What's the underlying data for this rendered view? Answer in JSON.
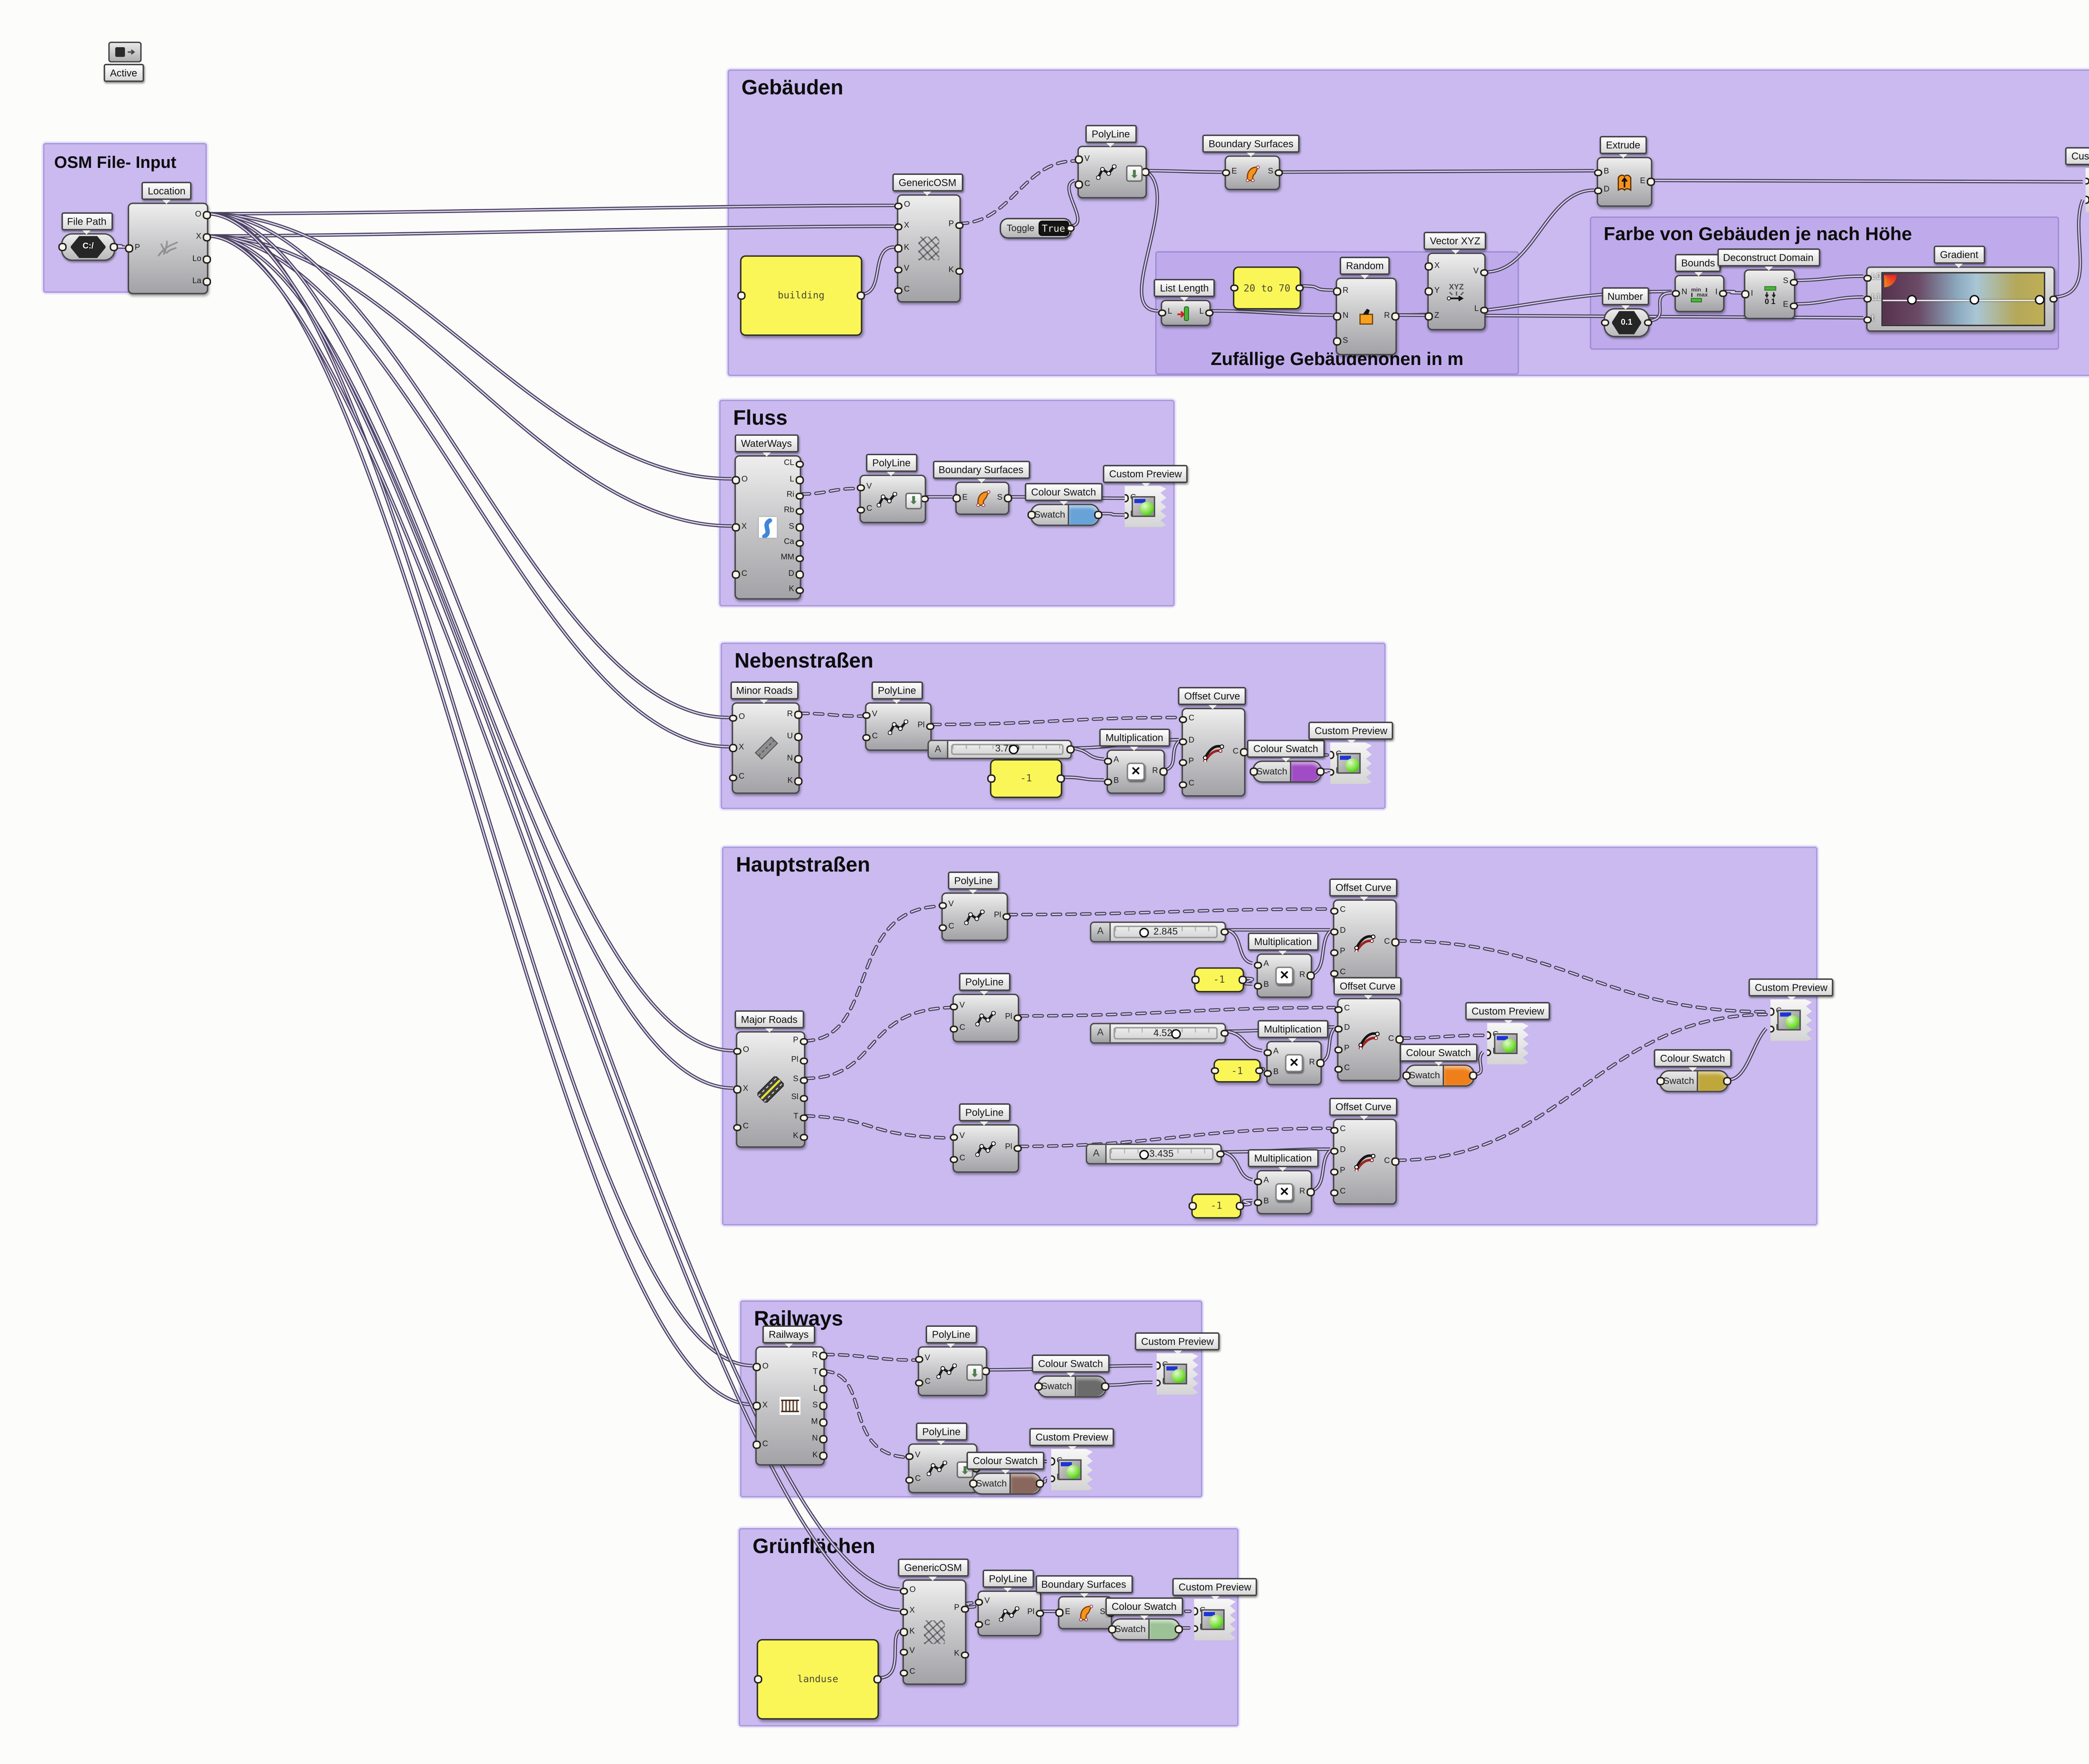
{
  "groups": {
    "osm": {
      "title": "OSM File- Input"
    },
    "gebaeuden": {
      "title": "Gebäuden",
      "sub_random": "Zufällige Gebäudehöhen in m",
      "sub_color": "Farbe von Gebäuden je nach Höhe"
    },
    "fluss": {
      "title": "Fluss"
    },
    "neben": {
      "title": "Nebenstraßen"
    },
    "haupt": {
      "title": "Hauptstraßen"
    },
    "railways": {
      "title": "Railways"
    },
    "gruen": {
      "title": "Grünflächen"
    }
  },
  "colors": {
    "group_bg": "#cabaf0",
    "subgroup_bg": "#bfabeb",
    "panel_bg": "#faf657",
    "wire": "#4a435c",
    "canvas_bg": "#fcfcfb"
  },
  "components": [
    {
      "id": "active",
      "kind": "mini",
      "nick": "Active",
      "nickBelow": true,
      "icon": "active-icon"
    },
    {
      "id": "filepath",
      "kind": "hex",
      "nick": "File Path",
      "text": "C:/",
      "icon": "file-path-icon"
    },
    {
      "id": "location",
      "kind": "node",
      "nick": "Location",
      "icon": "location-icon",
      "inputs": [
        "P"
      ],
      "outputs": [
        "O",
        "X",
        "Lo",
        "La"
      ]
    },
    {
      "id": "g_osm",
      "kind": "node",
      "nick": "GenericOSM",
      "icon": "genericosm-icon",
      "inputs": [
        "O",
        "X",
        "K",
        "V",
        "C"
      ],
      "outputs": [
        "P",
        "K"
      ],
      "outFrac": [
        0.28,
        0.72
      ]
    },
    {
      "id": "g_building",
      "kind": "panel",
      "text": "building"
    },
    {
      "id": "g_toggle",
      "kind": "toggle",
      "label": "Toggle",
      "value": "True"
    },
    {
      "id": "g_poly",
      "kind": "node",
      "nick": "PolyLine",
      "icon": "polyline-icon",
      "inputs": [
        "V",
        "C"
      ],
      "outputs": [
        "Pl"
      ],
      "arrow": true
    },
    {
      "id": "g_bsurf",
      "kind": "node",
      "nick": "Boundary Surfaces",
      "icon": "boundary-surface-icon",
      "inputs": [
        "E"
      ],
      "outputs": [
        "S"
      ]
    },
    {
      "id": "g_extrude",
      "kind": "node",
      "nick": "Extrude",
      "icon": "extrude-icon",
      "inputs": [
        "B",
        "D"
      ],
      "outputs": [
        "E"
      ],
      "inFrac": [
        0.3,
        0.7
      ]
    },
    {
      "id": "g_cp",
      "kind": "preview",
      "nick": "Custom Preview",
      "inputs": [
        "G",
        "M"
      ]
    },
    {
      "id": "g_listlen",
      "kind": "node",
      "nick": "List Length",
      "icon": "list-length-icon",
      "inputs": [
        "L"
      ],
      "outputs": [
        "L"
      ]
    },
    {
      "id": "g_panel2070",
      "kind": "panel",
      "text": "20 to 70"
    },
    {
      "id": "g_random",
      "kind": "node",
      "nick": "Random",
      "icon": "random-icon",
      "inputs": [
        "R",
        "N",
        "S"
      ],
      "outputs": [
        "R"
      ]
    },
    {
      "id": "g_vec",
      "kind": "node",
      "nick": "Vector XYZ",
      "icon": "vector-xyz-icon",
      "inputs": [
        "X",
        "Y",
        "Z"
      ],
      "outputs": [
        "V",
        "L"
      ],
      "outFrac": [
        0.25,
        0.75
      ]
    },
    {
      "id": "g_number",
      "kind": "hex",
      "nick": "Number",
      "text": "0.1",
      "icon": "number-icon"
    },
    {
      "id": "g_bounds",
      "kind": "node",
      "nick": "Bounds",
      "icon": "bounds-icon",
      "inputs": [
        "N"
      ],
      "outputs": [
        "I"
      ]
    },
    {
      "id": "g_decon",
      "kind": "node",
      "nick": "Deconstruct Domain",
      "icon": "deconstruct-domain-icon",
      "inputs": [
        "I"
      ],
      "outputs": [
        "S",
        "E"
      ],
      "outFrac": [
        0.25,
        0.75
      ]
    },
    {
      "id": "g_grad",
      "kind": "gradient",
      "nick": "Gradient",
      "inputs": [
        "L0",
        "L1",
        "t"
      ],
      "stops": [
        "#57324f",
        "#6b4a66",
        "#a9c6d6",
        "#bfae55"
      ],
      "knobs": [
        0.18,
        0.57,
        0.97
      ]
    },
    {
      "id": "f_ways",
      "kind": "node",
      "nick": "WaterWays",
      "icon": "waterways-icon",
      "inputs": [
        "O",
        "X",
        "C"
      ],
      "outputs": [
        "CL",
        "L",
        "Ri",
        "Rb",
        "S",
        "Ca",
        "MM",
        "D",
        "K"
      ]
    },
    {
      "id": "f_poly",
      "kind": "node",
      "nick": "PolyLine",
      "icon": "polyline-icon",
      "inputs": [
        "V",
        "C"
      ],
      "outputs": [
        "Pl"
      ],
      "arrow": true
    },
    {
      "id": "f_bsurf",
      "kind": "node",
      "nick": "Boundary Surfaces",
      "icon": "boundary-surface-icon",
      "inputs": [
        "E"
      ],
      "outputs": [
        "S"
      ]
    },
    {
      "id": "f_swatch",
      "kind": "swatch",
      "nick": "Colour Swatch",
      "label": "Swatch",
      "color": "#68a3d8"
    },
    {
      "id": "f_cp",
      "kind": "preview",
      "nick": "Custom Preview",
      "inputs": [
        "G",
        "M"
      ]
    },
    {
      "id": "n_roads",
      "kind": "node",
      "nick": "Minor Roads",
      "icon": "minor-roads-icon",
      "inputs": [
        "O",
        "X",
        "C"
      ],
      "outputs": [
        "R",
        "U",
        "N",
        "K"
      ]
    },
    {
      "id": "n_poly",
      "kind": "node",
      "nick": "PolyLine",
      "icon": "polyline-icon",
      "inputs": [
        "V",
        "C"
      ],
      "outputs": [
        "Pl"
      ]
    },
    {
      "id": "n_slider",
      "kind": "slider",
      "label": "A",
      "value": "3.799",
      "frac": 0.58
    },
    {
      "id": "n_panel_neg",
      "kind": "panel",
      "text": "-1"
    },
    {
      "id": "n_mult",
      "kind": "node",
      "nick": "Multiplication",
      "icon": "multiplication-icon",
      "inputs": [
        "A",
        "B"
      ],
      "outputs": [
        "R"
      ]
    },
    {
      "id": "n_offset",
      "kind": "node",
      "nick": "Offset Curve",
      "icon": "offset-curve-icon",
      "inputs": [
        "C",
        "D",
        "P",
        "C"
      ],
      "outputs": [
        "C"
      ]
    },
    {
      "id": "n_swatch",
      "kind": "swatch",
      "nick": "Colour Swatch",
      "label": "Swatch",
      "color": "#a04cc4"
    },
    {
      "id": "n_cp",
      "kind": "preview",
      "nick": "Custom Preview",
      "inputs": [
        "G",
        "M"
      ]
    },
    {
      "id": "h_roads",
      "kind": "node",
      "nick": "Major Roads",
      "icon": "major-roads-icon",
      "inputs": [
        "O",
        "X",
        "C"
      ],
      "outputs": [
        "P",
        "Pl",
        "S",
        "Sl",
        "T",
        "K"
      ]
    },
    {
      "id": "h_poly1",
      "kind": "node",
      "nick": "PolyLine",
      "icon": "polyline-icon",
      "inputs": [
        "V",
        "C"
      ],
      "outputs": [
        "Pl"
      ]
    },
    {
      "id": "h_slider1",
      "kind": "slider",
      "label": "A",
      "value": "2.845",
      "frac": 0.3
    },
    {
      "id": "h_mult1",
      "kind": "node",
      "nick": "Multiplication",
      "icon": "multiplication-icon",
      "inputs": [
        "A",
        "B"
      ],
      "outputs": [
        "R"
      ]
    },
    {
      "id": "h_panel1",
      "kind": "panel",
      "text": "-1"
    },
    {
      "id": "h_offset1",
      "kind": "node",
      "nick": "Offset Curve",
      "icon": "offset-curve-icon",
      "inputs": [
        "C",
        "D",
        "P",
        "C"
      ],
      "outputs": [
        "C"
      ]
    },
    {
      "id": "h_poly2",
      "kind": "node",
      "nick": "PolyLine",
      "icon": "polyline-icon",
      "inputs": [
        "V",
        "C"
      ],
      "outputs": [
        "Pl"
      ]
    },
    {
      "id": "h_slider2",
      "kind": "slider",
      "label": "A",
      "value": "4.525",
      "frac": 0.62
    },
    {
      "id": "h_mult2",
      "kind": "node",
      "nick": "Multiplication",
      "icon": "multiplication-icon",
      "inputs": [
        "A",
        "B"
      ],
      "outputs": [
        "R"
      ]
    },
    {
      "id": "h_panel2",
      "kind": "panel",
      "text": "-1"
    },
    {
      "id": "h_offset2",
      "kind": "node",
      "nick": "Offset Curve",
      "icon": "offset-curve-icon",
      "inputs": [
        "C",
        "D",
        "P",
        "C"
      ],
      "outputs": [
        "C"
      ]
    },
    {
      "id": "h_swatch2",
      "kind": "swatch",
      "nick": "Colour Swatch",
      "label": "Swatch",
      "color": "#ef7f1a"
    },
    {
      "id": "h_cp2",
      "kind": "preview",
      "nick": "Custom Preview",
      "inputs": [
        "G",
        "M"
      ]
    },
    {
      "id": "h_poly3",
      "kind": "node",
      "nick": "PolyLine",
      "icon": "polyline-icon",
      "inputs": [
        "V",
        "C"
      ],
      "outputs": [
        "Pl"
      ]
    },
    {
      "id": "h_slider3",
      "kind": "slider",
      "label": "A",
      "value": "3.435",
      "frac": 0.35
    },
    {
      "id": "h_mult3",
      "kind": "node",
      "nick": "Multiplication",
      "icon": "multiplication-icon",
      "inputs": [
        "A",
        "B"
      ],
      "outputs": [
        "R"
      ]
    },
    {
      "id": "h_panel3",
      "kind": "panel",
      "text": "-1"
    },
    {
      "id": "h_offset3",
      "kind": "node",
      "nick": "Offset Curve",
      "icon": "offset-curve-icon",
      "inputs": [
        "C",
        "D",
        "P",
        "C"
      ],
      "outputs": [
        "C"
      ]
    },
    {
      "id": "h_cp_far",
      "kind": "preview",
      "nick": "Custom Preview",
      "inputs": [
        "G",
        "M"
      ]
    },
    {
      "id": "h_swatch_far",
      "kind": "swatch",
      "nick": "Colour Swatch",
      "label": "Swatch",
      "color": "#c0a73c"
    },
    {
      "id": "r_comp",
      "kind": "node",
      "nick": "Railways",
      "icon": "railways-icon",
      "inputs": [
        "O",
        "X",
        "C"
      ],
      "outputs": [
        "R",
        "T",
        "L",
        "S",
        "M",
        "N",
        "K"
      ]
    },
    {
      "id": "r_poly1",
      "kind": "node",
      "nick": "PolyLine",
      "icon": "polyline-icon",
      "inputs": [
        "V",
        "C"
      ],
      "outputs": [
        "Pl"
      ],
      "arrow": true
    },
    {
      "id": "r_swatch1",
      "kind": "swatch",
      "nick": "Colour Swatch",
      "label": "Swatch",
      "color": "#6b6b6b"
    },
    {
      "id": "r_cp1",
      "kind": "preview",
      "nick": "Custom Preview",
      "inputs": [
        "G",
        "M"
      ]
    },
    {
      "id": "r_poly2",
      "kind": "node",
      "nick": "PolyLine",
      "icon": "polyline-icon",
      "inputs": [
        "V",
        "C"
      ],
      "outputs": [
        "Pl"
      ],
      "arrow": true
    },
    {
      "id": "r_swatch2",
      "kind": "swatch",
      "nick": "Colour Swatch",
      "label": "Swatch",
      "color": "#8a675c"
    },
    {
      "id": "r_cp2",
      "kind": "preview",
      "nick": "Custom Preview",
      "inputs": [
        "G",
        "M"
      ]
    },
    {
      "id": "gr_osm",
      "kind": "node",
      "nick": "GenericOSM",
      "icon": "genericosm-icon",
      "inputs": [
        "O",
        "X",
        "K",
        "V",
        "C"
      ],
      "outputs": [
        "P",
        "K"
      ],
      "outFrac": [
        0.28,
        0.72
      ]
    },
    {
      "id": "gr_panel",
      "kind": "panel",
      "text": "landuse"
    },
    {
      "id": "gr_poly",
      "kind": "node",
      "nick": "PolyLine",
      "icon": "polyline-icon",
      "inputs": [
        "V",
        "C"
      ],
      "outputs": [
        "Pl"
      ]
    },
    {
      "id": "gr_bsurf",
      "kind": "node",
      "nick": "Boundary Surfaces",
      "icon": "boundary-surface-icon",
      "inputs": [
        "E"
      ],
      "outputs": [
        "S"
      ]
    },
    {
      "id": "gr_swatch",
      "kind": "swatch",
      "nick": "Colour Swatch",
      "label": "Swatch",
      "color": "#9cc295"
    },
    {
      "id": "gr_cp",
      "kind": "preview",
      "nick": "Custom Preview",
      "inputs": [
        "G",
        "M"
      ]
    }
  ]
}
